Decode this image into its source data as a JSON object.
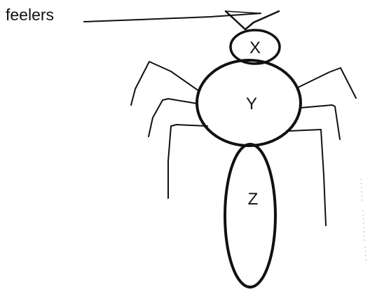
{
  "labels": {
    "feelers": "feelers",
    "head": "X",
    "thorax": "Y",
    "abdomen": "Z"
  }
}
